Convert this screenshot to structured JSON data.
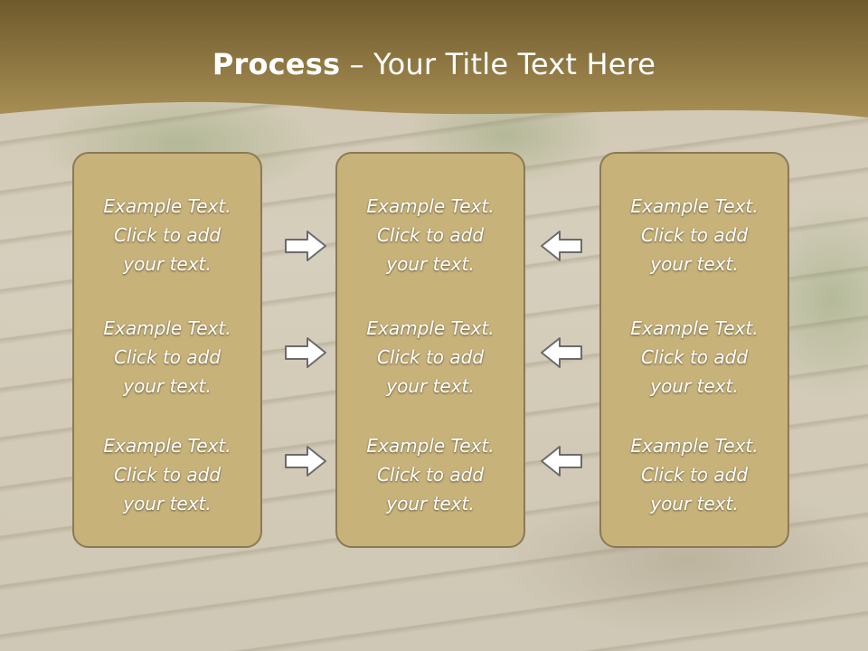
{
  "title": {
    "bold": "Process",
    "rest": " – Your Title Text Here"
  },
  "columns": [
    {
      "items": [
        {
          "l1": "Example Text.",
          "l2": "Click  to add",
          "l3": "your text."
        },
        {
          "l1": "Example Text.",
          "l2": "Click  to add",
          "l3": "your text."
        },
        {
          "l1": "Example Text.",
          "l2": "Click  to add",
          "l3": "your text."
        }
      ]
    },
    {
      "items": [
        {
          "l1": "Example Text.",
          "l2": "Click  to add",
          "l3": "your text."
        },
        {
          "l1": "Example Text.",
          "l2": "Click  to add",
          "l3": "your text."
        },
        {
          "l1": "Example Text.",
          "l2": "Click  to add",
          "l3": "your text."
        }
      ]
    },
    {
      "items": [
        {
          "l1": "Example Text.",
          "l2": "Click  to add",
          "l3": "your text."
        },
        {
          "l1": "Example Text.",
          "l2": "Click  to add",
          "l3": "your text."
        },
        {
          "l1": "Example Text.",
          "l2": "Click  to add",
          "l3": "your text."
        }
      ]
    }
  ],
  "arrows": {
    "left_group": "right-arrow-icon",
    "right_group": "left-arrow-icon"
  },
  "colors": {
    "header": "#9e8550",
    "panel": "#c7b27a",
    "panel_border": "#8a7a55",
    "text": "#ffffff"
  }
}
